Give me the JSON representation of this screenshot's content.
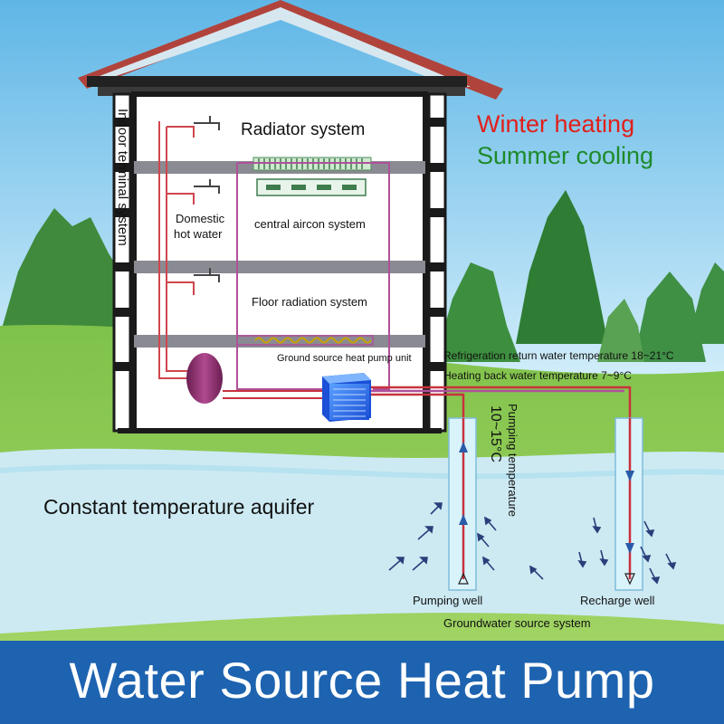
{
  "title": "Water Source Heat Pump",
  "legend": {
    "winter": "Winter heating",
    "summer": "Summer cooling"
  },
  "labels": {
    "indoor_terminal": "Indoor terminal system",
    "radiator": "Radiator system",
    "domestic_hot_water_line1": "Domestic",
    "domestic_hot_water_line2": "hot water",
    "central_aircon": "central aircon system",
    "floor_radiation": "Floor radiation system",
    "heat_pump_unit": "Ground source heat pump unit",
    "refrigeration_return": "Refrigeration return water temperature 18~21°C",
    "heating_back": "Heating back water temperature 7~9°C",
    "pumping_temperature": "Pumping temperature",
    "pumping_temperature_value": "10~15°C",
    "aquifer": "Constant temperature aquifer",
    "pumping_well": "Pumping well",
    "recharge_well": "Recharge well",
    "groundwater_system": "Groundwater source system"
  },
  "colors": {
    "sky": "#7ec8ec",
    "banner": "#1d63b0",
    "winter": "#e0201b",
    "summer": "#1e8a2a",
    "pipe_red": "#c8323e",
    "pipe_purple": "#b0509a",
    "roof": "#b0443c",
    "aquifer": "#bfe6f2"
  }
}
